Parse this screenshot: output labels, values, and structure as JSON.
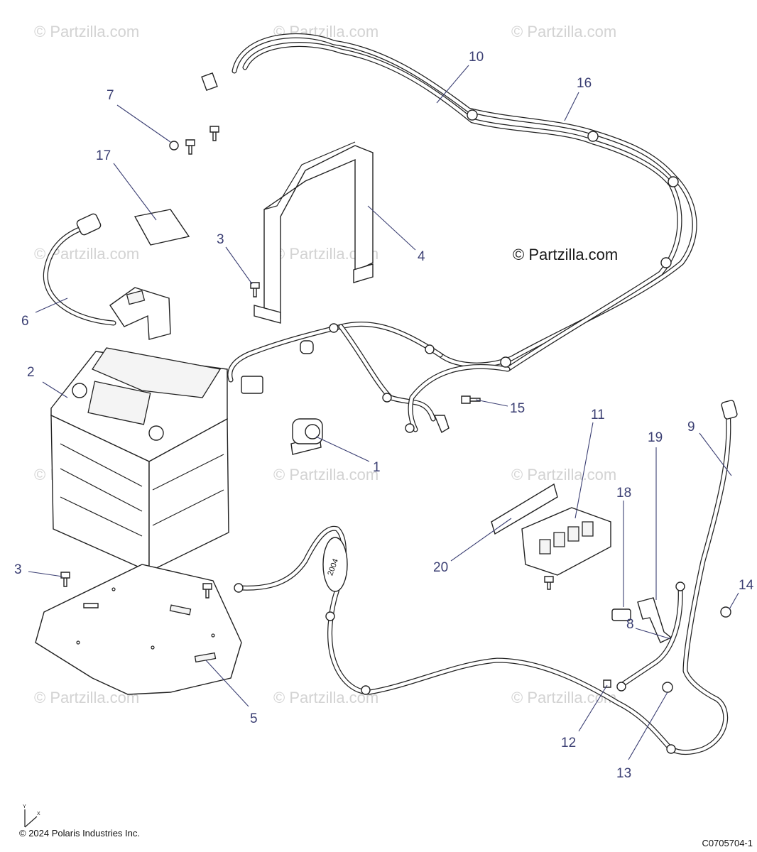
{
  "watermark": "© Partzilla.com",
  "main_watermark": "© Partzilla.com",
  "callouts": [
    "1",
    "2",
    "3",
    "3",
    "4",
    "5",
    "6",
    "7",
    "8",
    "9",
    "10",
    "11",
    "12",
    "13",
    "14",
    "15",
    "16",
    "17",
    "18",
    "19",
    "20"
  ],
  "battery_label": "2004",
  "copyright": "© 2024 Polaris Industries Inc.",
  "diagram_code": "C0705704-1",
  "axis": {
    "y": "Y",
    "x": "X"
  }
}
